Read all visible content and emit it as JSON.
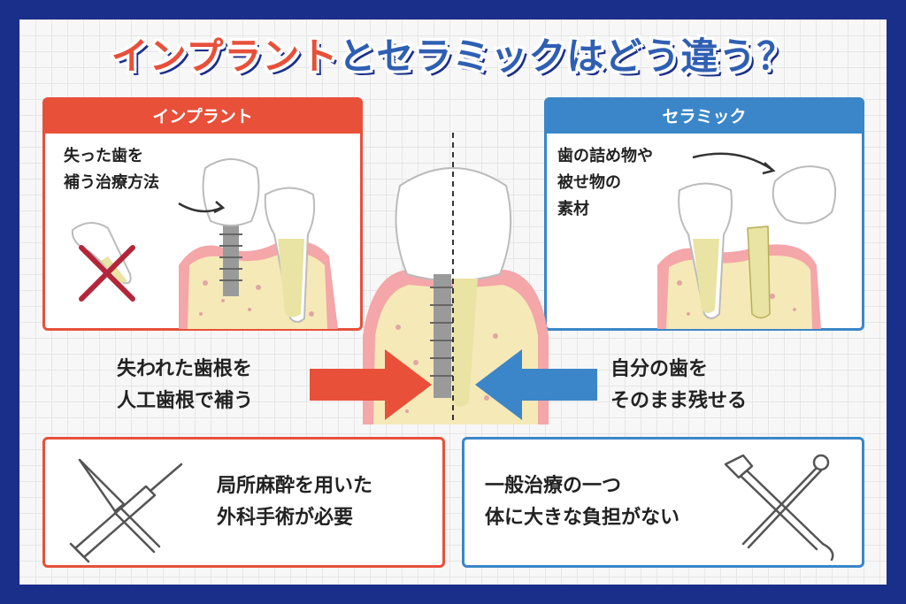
{
  "title": {
    "part1": "インプラント",
    "part2": "と",
    "part3": "セラミック",
    "part4": "はどう違う？"
  },
  "colors": {
    "red": "#e8503a",
    "blue": "#3b86c8",
    "navy": "#1a2f8a"
  },
  "implant_panel": {
    "header": "インプラント",
    "desc_line1": "失った歯を",
    "desc_line2": "補う治療方法"
  },
  "ceramic_panel": {
    "header": "セラミック",
    "desc_line1": "歯の詰め物や",
    "desc_line2": "被せ物の",
    "desc_line3": "素材"
  },
  "center": {
    "left_line1": "失われた歯根を",
    "left_line2": "人工歯根で補う",
    "right_line1": "自分の歯を",
    "right_line2": "そのまま残せる"
  },
  "bottom_left": {
    "line1": "局所麻酔を用いた",
    "line2": "外科手術が必要",
    "icon": "scalpel-syringe-icon"
  },
  "bottom_right": {
    "line1": "一般治療の一つ",
    "line2": "体に大きな負担がない",
    "icon": "dental-tools-icon"
  }
}
